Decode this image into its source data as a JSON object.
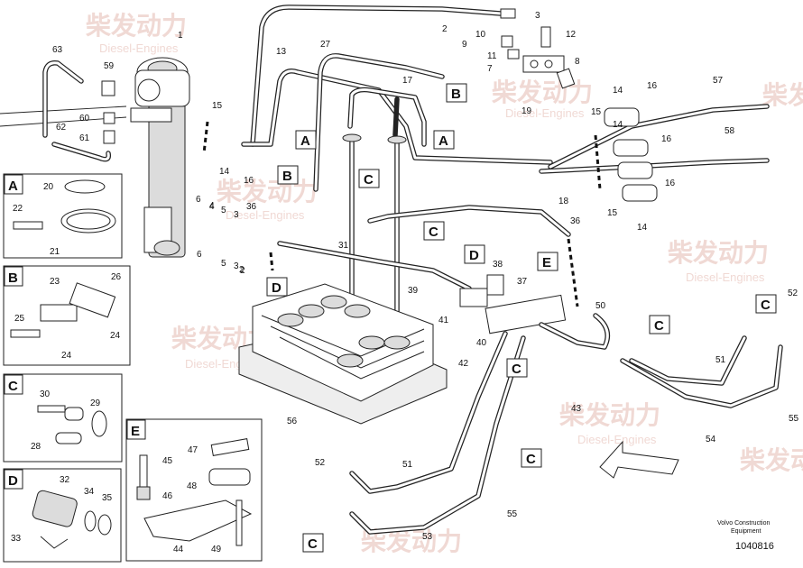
{
  "watermark": {
    "brand": "柴发动力",
    "sub": "Diesel-Engines"
  },
  "footer": {
    "company": "Volvo Construction",
    "subtitle": "Equipment",
    "drawing_number": "1040816"
  },
  "detail_panels": {
    "A": {
      "letter": "A",
      "callouts": [
        "20",
        "22",
        "21"
      ]
    },
    "B": {
      "letter": "B",
      "callouts": [
        "23",
        "26",
        "25",
        "24",
        "24"
      ]
    },
    "C": {
      "letter": "C",
      "callouts": [
        "30",
        "29",
        "28"
      ]
    },
    "D": {
      "letter": "D",
      "callouts": [
        "32",
        "34",
        "35",
        "33"
      ]
    },
    "E": {
      "letter": "E",
      "callouts": [
        "45",
        "47",
        "46",
        "48",
        "44",
        "49"
      ]
    }
  },
  "view_labels": [
    "A",
    "A",
    "B",
    "B",
    "C",
    "C",
    "C",
    "C",
    "C",
    "C",
    "D",
    "D",
    "E"
  ],
  "callouts": [
    "1",
    "2",
    "3",
    "10",
    "9",
    "11",
    "7",
    "12",
    "8",
    "63",
    "59",
    "60",
    "61",
    "62",
    "13",
    "27",
    "17",
    "15",
    "14",
    "16",
    "6",
    "4",
    "5",
    "3",
    "36",
    "2",
    "31",
    "14",
    "16",
    "19",
    "15",
    "14",
    "16",
    "18",
    "16",
    "15",
    "14",
    "57",
    "58",
    "36",
    "38",
    "37",
    "39",
    "41",
    "40",
    "42",
    "50",
    "43",
    "51",
    "54",
    "55",
    "52",
    "56",
    "52",
    "51",
    "53",
    "55",
    "4",
    "5",
    "6",
    "3",
    "2"
  ]
}
